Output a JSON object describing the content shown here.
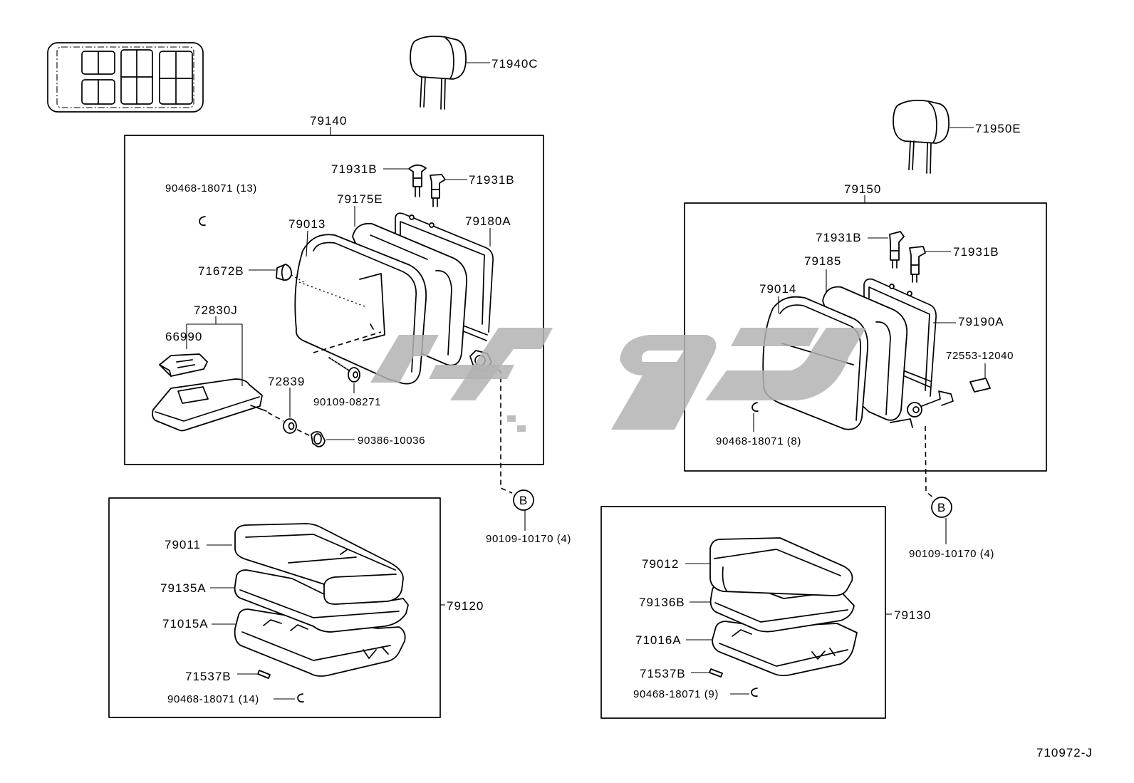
{
  "colors": {
    "line": "#000000",
    "watermark": "#b3b3b3",
    "background": "#ffffff"
  },
  "left_seatback": {
    "assembly": "79140",
    "headrest": "71940C",
    "support_a": "71931B",
    "support_b": "71931B",
    "clip": "90468-18071 (13)",
    "pad": "79175E",
    "cover": "79013",
    "frame": "79180A",
    "cap": "71672B",
    "armrest": "72830J",
    "armrest_part": "66990",
    "bushing": "72839",
    "bolt": "90109-08271",
    "screw": "90386-10036"
  },
  "left_hinge_ref": {
    "marker": "B",
    "bolt": "90109-10170 (4)"
  },
  "right_seatback": {
    "assembly": "79150",
    "headrest": "71950E",
    "support_a": "71931B",
    "support_b": "71931B",
    "pad": "79185",
    "cover": "79014",
    "frame": "79190A",
    "plate": "72553-12040",
    "clip": "90468-18071 (8)"
  },
  "right_hinge_ref": {
    "marker": "B",
    "bolt": "90109-10170 (4)"
  },
  "left_cushion": {
    "assembly": "79120",
    "cover": "79011",
    "pad": "79135A",
    "frame": "71015A",
    "pin": "71537B",
    "clip": "90468-18071 (14)"
  },
  "right_cushion": {
    "assembly": "79130",
    "cover": "79012",
    "pad": "79136B",
    "frame": "71016A",
    "pin": "71537B",
    "clip": "90468-18071 (9)"
  },
  "illustration_code": "710972-J"
}
